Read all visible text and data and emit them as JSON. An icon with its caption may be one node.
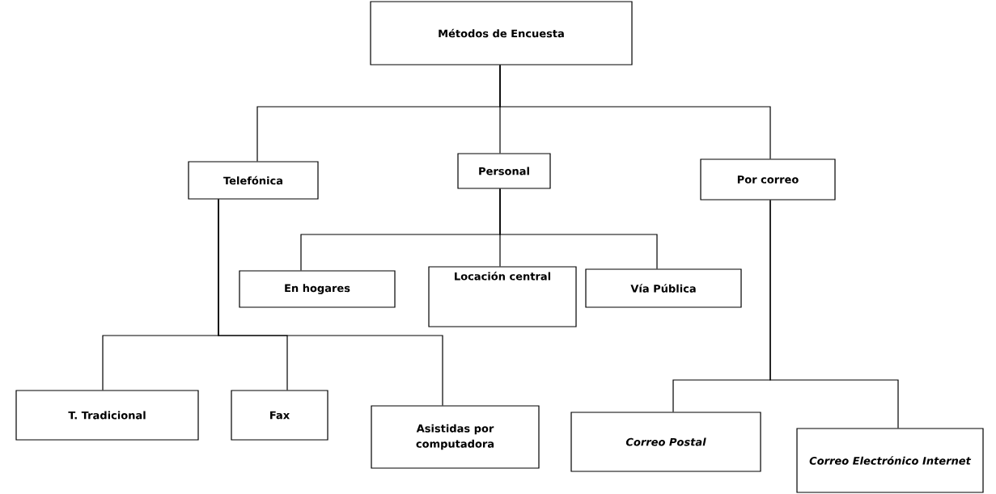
{
  "diagram": {
    "nodes": [
      {
        "text": [
          "Métodos de Encuesta"
        ]
      },
      {
        "text": [
          "Telefónica"
        ]
      },
      {
        "text": [
          "Personal"
        ]
      },
      {
        "text": [
          "Por correo"
        ]
      },
      {
        "text": [
          "En hogares"
        ]
      },
      {
        "text": [
          "Locación central"
        ]
      },
      {
        "text": [
          "Vía Pública"
        ]
      },
      {
        "text": [
          "T. Tradicional"
        ]
      },
      {
        "text": [
          "Fax"
        ]
      },
      {
        "text": [
          "Asistidas por computadora"
        ]
      },
      {
        "text": [
          "Correo Postal"
        ]
      },
      {
        "text": [
          "Correo Electrónico Internet"
        ]
      }
    ],
    "edges": [
      {
        "from": 0,
        "to": 1,
        "arrow": "none"
      },
      {
        "from": 0,
        "to": 2,
        "arrow": "none"
      },
      {
        "from": 0,
        "to": 3,
        "arrow": "none"
      },
      {
        "from": 2,
        "to": 4,
        "arrow": "none"
      },
      {
        "from": 2,
        "to": 5,
        "arrow": "none"
      },
      {
        "from": 2,
        "to": 6,
        "arrow": "none"
      },
      {
        "from": 1,
        "to": 7,
        "arrow": "none"
      },
      {
        "from": 1,
        "to": 8,
        "arrow": "none"
      },
      {
        "from": 1,
        "to": 9,
        "arrow": "none"
      },
      {
        "from": 3,
        "to": 10,
        "arrow": "none"
      },
      {
        "from": 3,
        "to": 11,
        "arrow": "none"
      }
    ]
  }
}
